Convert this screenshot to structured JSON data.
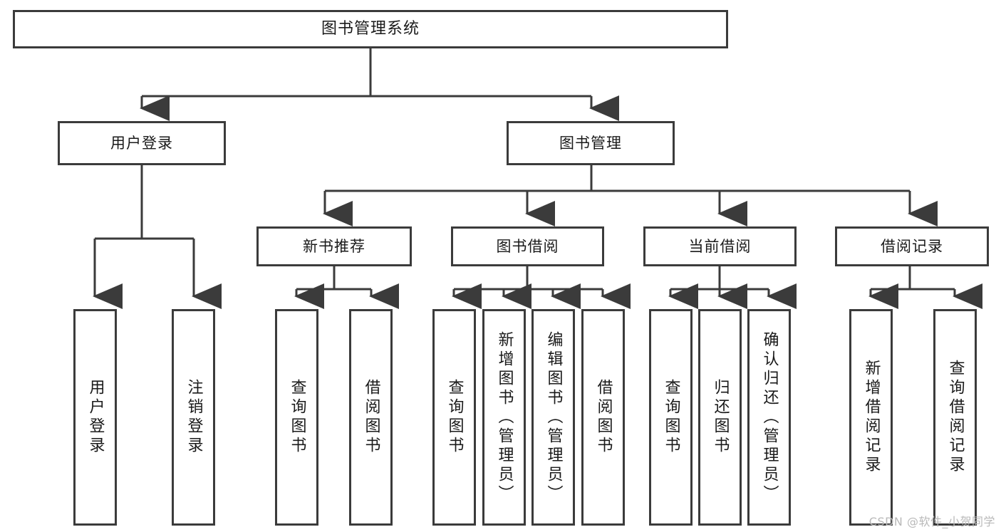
{
  "diagram": {
    "title": "图书管理系统",
    "root": {
      "label": "图书管理系统"
    },
    "level2": [
      {
        "label": "用户登录"
      },
      {
        "label": "图书管理"
      }
    ],
    "level3": [
      {
        "label": "新书推荐"
      },
      {
        "label": "图书借阅"
      },
      {
        "label": "当前借阅"
      },
      {
        "label": "借阅记录"
      }
    ],
    "leaves": {
      "user_login": [
        {
          "label": "用户登录"
        },
        {
          "label": "注销登录"
        }
      ],
      "new_book_recommend": [
        {
          "label": "查询图书"
        },
        {
          "label": "借阅图书"
        }
      ],
      "book_borrow": [
        {
          "label": "查询图书"
        },
        {
          "label": "新增图书（管理员）"
        },
        {
          "label": "编辑图书（管理员）"
        },
        {
          "label": "借阅图书"
        }
      ],
      "current_borrow": [
        {
          "label": "查询图书"
        },
        {
          "label": "归还图书"
        },
        {
          "label": "确认归还（管理员）"
        }
      ],
      "borrow_record": [
        {
          "label": "新增借阅记录"
        },
        {
          "label": "查询借阅记录"
        }
      ]
    }
  },
  "watermark": {
    "text": "CSDN @软件_小贺同学"
  },
  "colors": {
    "stroke": "#3b3b3b",
    "fill": "#ffffff",
    "text": "#1a1a1a",
    "watermark": "#b9b9b9"
  }
}
